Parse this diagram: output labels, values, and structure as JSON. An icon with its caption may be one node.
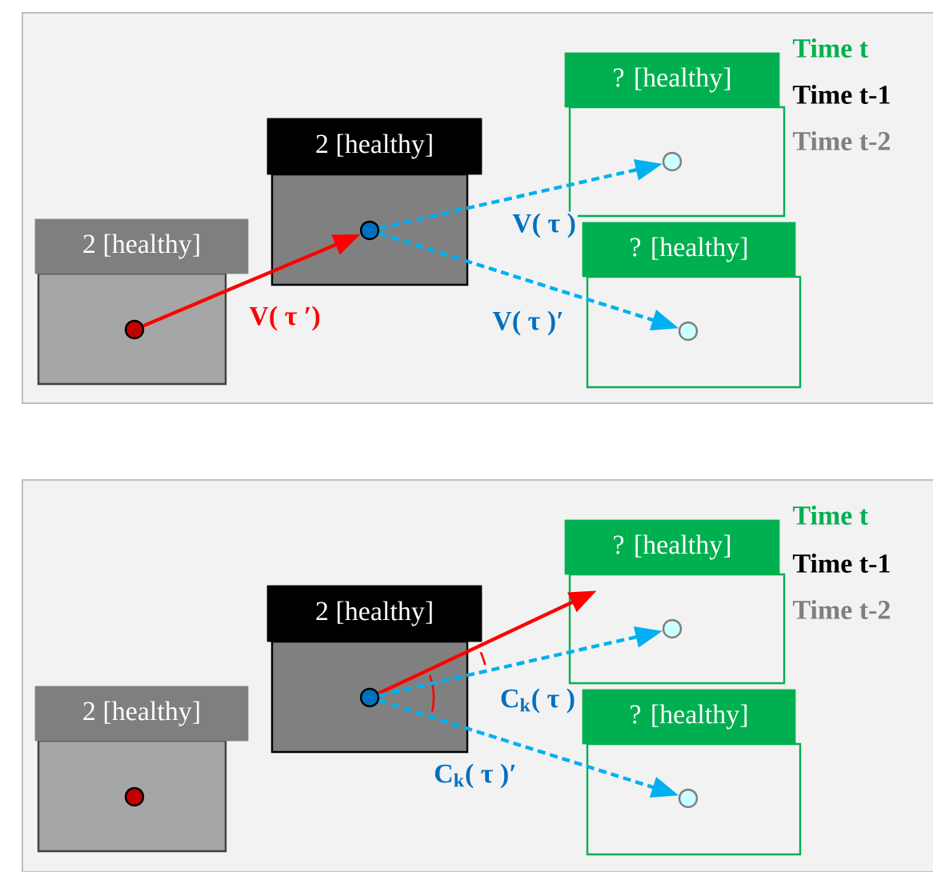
{
  "diagram": {
    "nodes": [
      {
        "text": [
          "2 [healthy]"
        ]
      },
      {
        "text": [],
        "shape": "circle",
        "in": 0
      },
      {
        "text": [
          "2 [healthy]"
        ]
      },
      {
        "text": [],
        "shape": "circle",
        "in": 2
      },
      {
        "text": [
          "? [healthy]"
        ]
      },
      {
        "text": [],
        "shape": "circle",
        "in": 4
      },
      {
        "text": [
          "? [healthy]"
        ]
      },
      {
        "text": [],
        "shape": "circle",
        "in": 6
      },
      {
        "text": [
          "2 [healthy]"
        ]
      },
      {
        "text": [],
        "shape": "circle",
        "in": 8
      },
      {
        "text": [
          "2 [healthy]"
        ]
      },
      {
        "text": [],
        "shape": "circle",
        "in": 10
      },
      {
        "text": [
          "? [healthy]"
        ]
      },
      {
        "text": [],
        "shape": "circle",
        "in": 12
      },
      {
        "text": [
          "? [healthy]"
        ]
      },
      {
        "text": [],
        "shape": "circle",
        "in": 14
      }
    ],
    "edges": [
      {
        "from": 1,
        "to": 3,
        "arrow": "to",
        "label": "V( τ ′)",
        "color": "#ff0000"
      },
      {
        "from": 3,
        "to": 5,
        "arrow": "to",
        "label": "V( τ )",
        "style": "dashed"
      },
      {
        "from": 3,
        "to": 7,
        "arrow": "to",
        "label": "V( τ )′",
        "style": "dashed"
      },
      {
        "from": 11,
        "to": 12,
        "arrow": "to",
        "color": "#ff0000"
      },
      {
        "from": 11,
        "to": 13,
        "arrow": "to",
        "label": "C$_{k}$( τ )",
        "style": "dashed"
      },
      {
        "from": 11,
        "to": 15,
        "arrow": "to",
        "label": "C$_{k}$( τ )′",
        "style": "dashed"
      }
    ],
    "labels": [
      "Time t",
      "Time t-1",
      "Time t-2",
      "Time t",
      "Time t-1",
      "Time t-2"
    ]
  }
}
